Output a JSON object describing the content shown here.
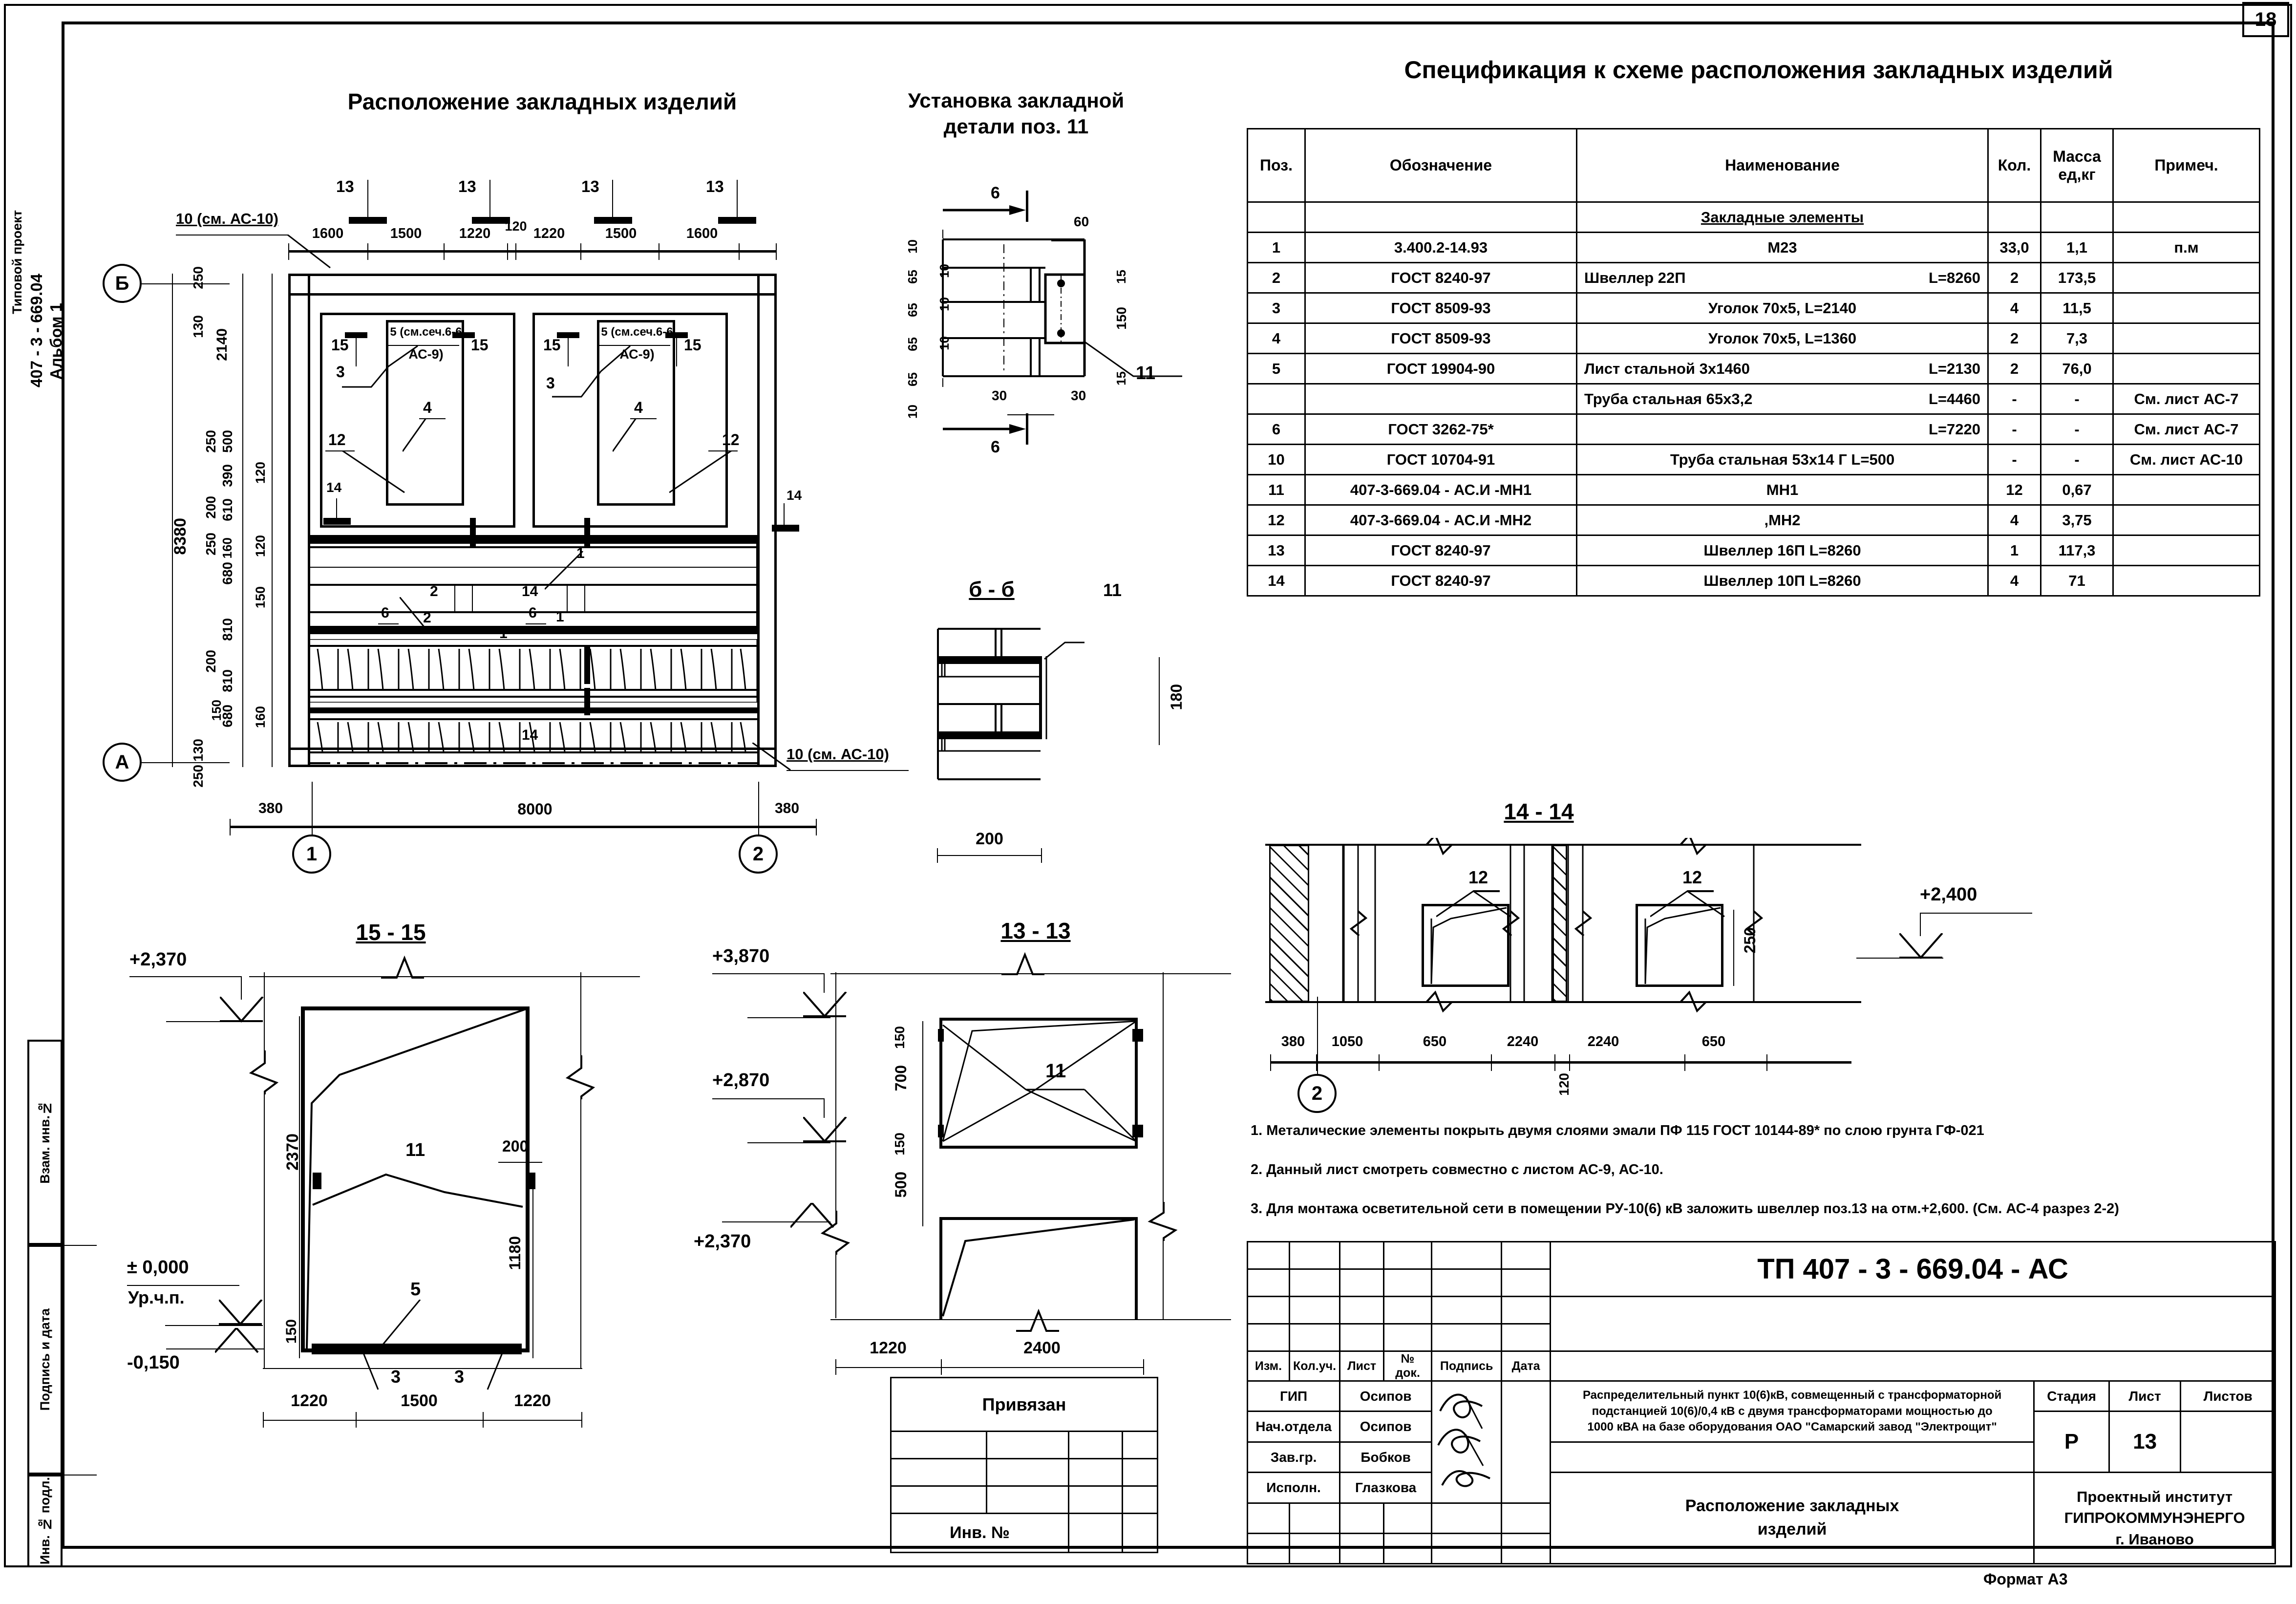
{
  "sheet": {
    "sheet_number_corner": "18",
    "format": "Формат А3",
    "left_margin_code": "Типовой проект",
    "left_margin_code2": "407 - 3 - 669.04",
    "left_margin_album": "Альбом 1"
  },
  "side_stamp": {
    "items": [
      "Взам. инв.№",
      "Подпись и дата",
      "Инв. № подл."
    ]
  },
  "titles": {
    "plan": "Расположение закладных изделий",
    "detail_install": "Установка закладной\nдетали поз. 11",
    "spec": "Спецификация к схеме расположения закладных изделий",
    "section_b_b": "б - б",
    "section_15_15": "15 - 15",
    "section_13_13": "13 - 13",
    "section_14_14": "14 - 14"
  },
  "spec_table": {
    "headers": [
      "Поз.",
      "Обозначение",
      "Наименование",
      "Кол.",
      "Масса\nед,кг",
      "Примеч."
    ],
    "header_pos": "Поз.",
    "header_oboz": "Обозначение",
    "header_naim": "Наименование",
    "header_kol": "Кол.",
    "header_massa": "Масса",
    "header_massa2": "ед,кг",
    "header_prim": "Примеч.",
    "group_title": "Закладные элементы",
    "rows": [
      {
        "pos": "1",
        "oboz": "3.400.2-14.93",
        "naim": "М23",
        "naim2": "",
        "kol": "33,0",
        "massa": "1,1",
        "prim": "п.м"
      },
      {
        "pos": "2",
        "oboz": "ГОСТ 8240-97",
        "naim": "Швеллер 22П",
        "naim2": "L=8260",
        "kol": "2",
        "massa": "173,5",
        "prim": ""
      },
      {
        "pos": "3",
        "oboz": "ГОСТ 8509-93",
        "naim": "Уголок  70х5,  L=2140",
        "naim2": "",
        "kol": "4",
        "massa": "11,5",
        "prim": ""
      },
      {
        "pos": "4",
        "oboz": "ГОСТ 8509-93",
        "naim": "Уголок  70х5,  L=1360",
        "naim2": "",
        "kol": "2",
        "massa": "7,3",
        "prim": ""
      },
      {
        "pos": "5",
        "oboz": "ГОСТ 19904-90",
        "naim": "Лист стальной 3х1460",
        "naim2": "L=2130",
        "kol": "2",
        "massa": "76,0",
        "prim": ""
      },
      {
        "pos": "",
        "oboz": "",
        "naim": "Труба стальная 65х3,2",
        "naim2": "L=4460",
        "kol": "-",
        "massa": "-",
        "prim": "См. лист АС-7"
      },
      {
        "pos": "6",
        "oboz": "ГОСТ 3262-75*",
        "naim": "",
        "naim2": "L=7220",
        "kol": "-",
        "massa": "-",
        "prim": "См. лист АС-7"
      },
      {
        "pos": "10",
        "oboz": "ГОСТ 10704-91",
        "naim": "Труба стальная 53х14 Г   L=500",
        "naim2": "",
        "kol": "-",
        "massa": "-",
        "prim": "См. лист АС-10"
      },
      {
        "pos": "11",
        "oboz": "407-3-669.04 - АС.И -МН1",
        "naim": "МН1",
        "naim2": "",
        "kol": "12",
        "massa": "0,67",
        "prim": ""
      },
      {
        "pos": "12",
        "oboz": "407-3-669.04 - АС.И -МН2",
        "naim": " ,МН2",
        "naim2": "",
        "kol": "4",
        "massa": "3,75",
        "prim": ""
      },
      {
        "pos": "13",
        "oboz": "ГОСТ 8240-97",
        "naim": "Швеллер 16П   L=8260",
        "naim2": "",
        "kol": "1",
        "massa": "117,3",
        "prim": ""
      },
      {
        "pos": "14",
        "oboz": "ГОСТ 8240-97",
        "naim": "Швеллер 10П   L=8260",
        "naim2": "",
        "kol": "4",
        "massa": "71",
        "prim": ""
      }
    ]
  },
  "notes": [
    "1. Металические элементы покрыть двумя слоями эмали ПФ 115 ГОСТ 10144-89* по слою грунта ГФ-021",
    "2. Данный лист смотреть совместно с листом АС-9, АС-10.",
    "3. Для монтажа осветительной сети в помещении РУ-10(6) кВ заложить швеллер поз.13  на отм.+2,600. (См. АС-4 разрез 2-2)"
  ],
  "title_block": {
    "doc_code": "ТП   407 - 3 - 669.04 - АС",
    "rev_headers": [
      "Изм.",
      "Кол.уч.",
      "Лист",
      "№ док.",
      "Подпись",
      "Дата"
    ],
    "roles": [
      {
        "role": "ГИП",
        "name": "Осипов"
      },
      {
        "role": "Нач.отдела",
        "name": "Осипов"
      },
      {
        "role": "Зав.гр.",
        "name": "Бобков"
      },
      {
        "role": "Исполн.",
        "name": "Глазкова"
      }
    ],
    "object_desc": [
      "Распределительный пункт 10(6)кВ, совмещенный с трансформаторной",
      "подстанцией 10(6)/0,4 кВ с двумя трансформаторами мощностью до",
      "1000 кВА на базе оборудования ОАО \"Самарский завод \"Электрощит\""
    ],
    "drawing_name": [
      "Расположение закладных",
      "изделий"
    ],
    "stage_label": "Стадия",
    "list_label": "Лист",
    "lists_label": "Листов",
    "stage_value": "Р",
    "list_value": "13",
    "lists_value": "",
    "institute": [
      "Проектный институт",
      "ГИПРОКОММУНЭНЕРГО",
      "г. Иваново"
    ],
    "binding_label": "Привязан",
    "inv_label": "Инв. №"
  },
  "plan": {
    "leader_10": "10 (см. АС-10)",
    "leader_10b": "10 (см. АС-10)",
    "top_marks": [
      "13",
      "13",
      "13",
      "13"
    ],
    "top_dims": [
      "1600",
      "1500",
      "1220",
      "120",
      "1220",
      "1500",
      "1600"
    ],
    "bottom_dims": [
      "380",
      "8000",
      "380"
    ],
    "axis_left": [
      "Б",
      "А"
    ],
    "axis_bottom": [
      "1",
      "2"
    ],
    "left_dims_outer": [
      "8380"
    ],
    "left_dims_b": [
      "250",
      "130",
      "2140",
      "500",
      "250",
      "390",
      "200",
      "610",
      "250",
      "160",
      "680",
      "810",
      "200",
      "810",
      "150",
      "680",
      "130",
      "250"
    ],
    "left_dims_inner": [
      "120",
      "120",
      "150",
      "160"
    ],
    "callouts": [
      "15",
      "15",
      "15",
      "15",
      "3",
      "3",
      "4",
      "4",
      "12",
      "12",
      "14",
      "14",
      "14",
      "1",
      "1",
      "1",
      "2",
      "2",
      "6",
      "6",
      "6",
      "6"
    ],
    "box_label_top": "5 (см.сеч.6-6",
    "box_label_bot": "АС-9)",
    "mark_14_right": "14"
  },
  "detail_install": {
    "section_mark": "6",
    "dims_left": [
      "10",
      "65",
      "65",
      "65",
      "65",
      "10"
    ],
    "dims_inner": [
      "10",
      "10",
      "10"
    ],
    "dims_top": [
      "60"
    ],
    "dims_right": [
      "15",
      "150",
      "15"
    ],
    "dims_bottom": [
      "30",
      "30"
    ],
    "callout": "11"
  },
  "section_bb": {
    "callout": "11",
    "dim_right": "180",
    "dim_bottom": "200"
  },
  "section_1515": {
    "levels": [
      "+2,370",
      "± 0,000",
      "Ур.ч.п.",
      "-0,150"
    ],
    "dims_left": [
      "2370",
      "150"
    ],
    "dims_right": [
      "200",
      "1180"
    ],
    "dims_bottom": [
      "1220",
      "1500",
      "1220"
    ],
    "callouts": [
      "11",
      "5",
      "3",
      "3"
    ]
  },
  "section_1313": {
    "levels": [
      "+3,870",
      "+2,870",
      "+2,370"
    ],
    "dims_left": [
      "150",
      "700",
      "150",
      "500"
    ],
    "dims_bottom": [
      "1220",
      "2400"
    ],
    "callout": "11"
  },
  "section_1414": {
    "callouts": [
      "12",
      "12"
    ],
    "level": "+2,400",
    "dim_250": "250",
    "dims_bottom": [
      "380",
      "1050",
      "650",
      "2240",
      "2240",
      "650"
    ],
    "dim_120": "120",
    "axis": "2"
  }
}
